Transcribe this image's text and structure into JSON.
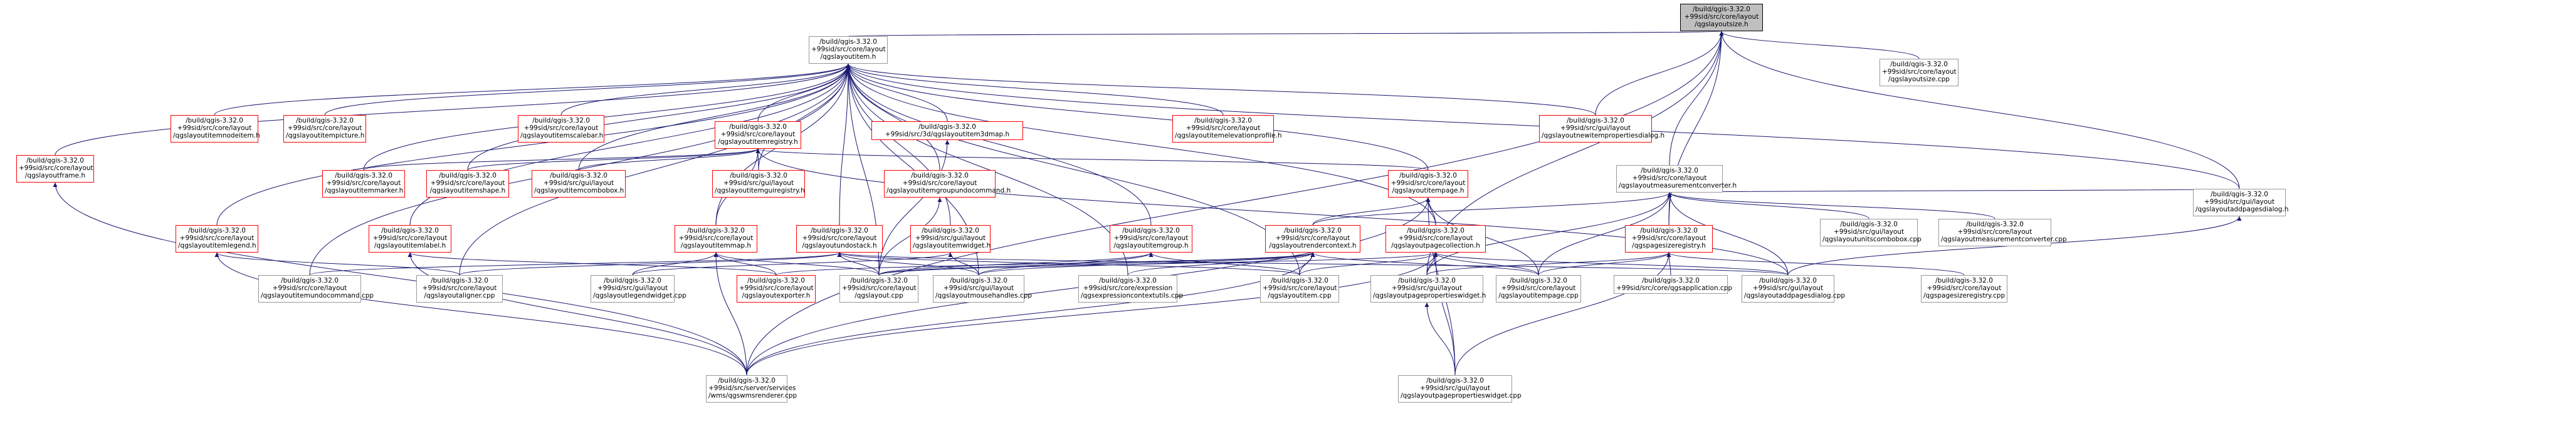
{
  "nodes": [
    {
      "id": "root",
      "lines": [
        "/build/qgis-3.32.0",
        "+99sid/src/core/layout",
        "/qgslayoutsize.h"
      ],
      "style": "root"
    },
    {
      "id": "item",
      "lines": [
        "/build/qgis-3.32.0",
        "+99sid/src/core/layout",
        "/qgslayoutitem.h"
      ],
      "style": "plain"
    },
    {
      "id": "size_cpp",
      "lines": [
        "/build/qgis-3.32.0",
        "+99sid/src/core/layout",
        "/qgslayoutsize.cpp"
      ],
      "style": "plain"
    },
    {
      "id": "newitemprops",
      "lines": [
        "/build/qgis-3.32.0",
        "+99sid/src/gui/layout",
        "/qgslayoutnewitempropertiesdialog.h"
      ],
      "style": "red"
    },
    {
      "id": "measconv",
      "lines": [
        "/build/qgis-3.32.0",
        "+99sid/src/core/layout",
        "/qgslayoutmeasurementconverter.h"
      ],
      "style": "plain"
    },
    {
      "id": "addpages",
      "lines": [
        "/build/qgis-3.32.0",
        "+99sid/src/gui/layout",
        "/qgslayoutaddpagesdialog.h"
      ],
      "style": "plain"
    },
    {
      "id": "frame",
      "lines": [
        "/build/qgis-3.32.0",
        "+99sid/src/core/layout",
        "/qgslayoutframe.h"
      ],
      "style": "red"
    },
    {
      "id": "itemnode",
      "lines": [
        "/build/qgis-3.32.0",
        "+99sid/src/core/layout",
        "/qgslayoutitemnodeitem.h"
      ],
      "style": "red"
    },
    {
      "id": "itempicture",
      "lines": [
        "/build/qgis-3.32.0",
        "+99sid/src/core/layout",
        "/qgslayoutitempicture.h"
      ],
      "style": "red"
    },
    {
      "id": "scalebar",
      "lines": [
        "/build/qgis-3.32.0",
        "+99sid/src/core/layout",
        "/qgslayoutitemscalebar.h"
      ],
      "style": "red"
    },
    {
      "id": "registry",
      "lines": [
        "/build/qgis-3.32.0",
        "+99sid/src/core/layout",
        "/qgslayoutitemregistry.h"
      ],
      "style": "red"
    },
    {
      "id": "item3dmap",
      "lines": [
        "/build/qgis-3.32.0",
        "+99sid/src/3d/qgslayoutitem3dmap.h"
      ],
      "style": "red"
    },
    {
      "id": "elevprofile",
      "lines": [
        "/build/qgis-3.32.0",
        "+99sid/src/core/layout",
        "/qgslayoutitemelevationprofile.h"
      ],
      "style": "red"
    },
    {
      "id": "marker",
      "lines": [
        "/build/qgis-3.32.0",
        "+99sid/src/core/layout",
        "/qgslayoutitemmarker.h"
      ],
      "style": "red"
    },
    {
      "id": "shape",
      "lines": [
        "/build/qgis-3.32.0",
        "+99sid/src/core/layout",
        "/qgslayoutitemshape.h"
      ],
      "style": "red"
    },
    {
      "id": "combobox",
      "lines": [
        "/build/qgis-3.32.0",
        "+99sid/src/gui/layout",
        "/qgslayoutitemcombobox.h"
      ],
      "style": "red"
    },
    {
      "id": "guiregistry",
      "lines": [
        "/build/qgis-3.32.0",
        "+99sid/src/gui/layout",
        "/qgslayoutitemguiregistry.h"
      ],
      "style": "red"
    },
    {
      "id": "groupundo",
      "lines": [
        "/build/qgis-3.32.0",
        "+99sid/src/core/layout",
        "/qgslayoutitemgroupundocommand.h"
      ],
      "style": "red"
    },
    {
      "id": "page",
      "lines": [
        "/build/qgis-3.32.0",
        "+99sid/src/core/layout",
        "/qgslayoutitempage.h"
      ],
      "style": "red"
    },
    {
      "id": "unitscombo",
      "lines": [
        "/build/qgis-3.32.0",
        "+99sid/src/gui/layout",
        "/qgslayoutunitscombobox.cpp"
      ],
      "style": "plain"
    },
    {
      "id": "measconv_cpp",
      "lines": [
        "/build/qgis-3.32.0",
        "+99sid/src/core/layout",
        "/qgslayoutmeasurementconverter.cpp"
      ],
      "style": "plain"
    },
    {
      "id": "legend",
      "lines": [
        "/build/qgis-3.32.0",
        "+99sid/src/core/layout",
        "/qgslayoutitemlegend.h"
      ],
      "style": "red"
    },
    {
      "id": "label",
      "lines": [
        "/build/qgis-3.32.0",
        "+99sid/src/core/layout",
        "/qgslayoutitemlabel.h"
      ],
      "style": "red"
    },
    {
      "id": "map",
      "lines": [
        "/build/qgis-3.32.0",
        "+99sid/src/core/layout",
        "/qgslayoutitemmap.h"
      ],
      "style": "red"
    },
    {
      "id": "undostack",
      "lines": [
        "/build/qgis-3.32.0",
        "+99sid/src/core/layout",
        "/qgslayoutundostack.h"
      ],
      "style": "red"
    },
    {
      "id": "itemwidget",
      "lines": [
        "/build/qgis-3.32.0",
        "+99sid/src/gui/layout",
        "/qgslayoutitemwidget.h"
      ],
      "style": "red"
    },
    {
      "id": "itemgroup",
      "lines": [
        "/build/qgis-3.32.0",
        "+99sid/src/core/layout",
        "/qgslayoutitemgroup.h"
      ],
      "style": "red"
    },
    {
      "id": "rendercontext",
      "lines": [
        "/build/qgis-3.32.0",
        "+99sid/src/core/layout",
        "/qgslayoutrendercontext.h"
      ],
      "style": "red"
    },
    {
      "id": "pagecollection",
      "lines": [
        "/build/qgis-3.32.0",
        "+99sid/src/core/layout",
        "/qgslayoutpagecollection.h"
      ],
      "style": "red"
    },
    {
      "id": "pagesizereg",
      "lines": [
        "/build/qgis-3.32.0",
        "+99sid/src/core/layout",
        "/qgspagesizeregistry.h"
      ],
      "style": "red"
    },
    {
      "id": "itemundocmd",
      "lines": [
        "/build/qgis-3.32.0",
        "+99sid/src/core/layout",
        "/qgslayoutitemundocommand.cpp"
      ],
      "style": "plain"
    },
    {
      "id": "aligner",
      "lines": [
        "/build/qgis-3.32.0",
        "+99sid/src/core/layout",
        "/qgslayoutaligner.cpp"
      ],
      "style": "plain"
    },
    {
      "id": "legendwidget",
      "lines": [
        "/build/qgis-3.32.0",
        "+99sid/src/gui/layout",
        "/qgslayoutlegendwidget.cpp"
      ],
      "style": "plain"
    },
    {
      "id": "exporter",
      "lines": [
        "/build/qgis-3.32.0",
        "+99sid/src/core/layout",
        "/qgslayoutexporter.h"
      ],
      "style": "red"
    },
    {
      "id": "layout_cpp",
      "lines": [
        "/build/qgis-3.32.0",
        "+99sid/src/core/layout",
        "/qgslayout.cpp"
      ],
      "style": "plain"
    },
    {
      "id": "mousehandles",
      "lines": [
        "/build/qgis-3.32.0",
        "+99sid/src/gui/layout",
        "/qgslayoutmousehandles.cpp"
      ],
      "style": "plain"
    },
    {
      "id": "exprctx",
      "lines": [
        "/build/qgis-3.32.0",
        "+99sid/src/core/expression",
        "/qgsexpressioncontextutils.cpp"
      ],
      "style": "plain"
    },
    {
      "id": "item_cpp",
      "lines": [
        "/build/qgis-3.32.0",
        "+99sid/src/core/layout",
        "/qgslayoutitem.cpp"
      ],
      "style": "plain"
    },
    {
      "id": "pagepropswidget_h",
      "lines": [
        "/build/qgis-3.32.0",
        "+99sid/src/gui/layout",
        "/qgslayoutpagepropertieswidget.h"
      ],
      "style": "plain"
    },
    {
      "id": "itempage_cpp",
      "lines": [
        "/build/qgis-3.32.0",
        "+99sid/src/core/layout",
        "/qgslayoutitempage.cpp"
      ],
      "style": "plain"
    },
    {
      "id": "application_cpp",
      "lines": [
        "/build/qgis-3.32.0",
        "+99sid/src/core/qgsapplication.cpp"
      ],
      "style": "plain"
    },
    {
      "id": "addpages_cpp",
      "lines": [
        "/build/qgis-3.32.0",
        "+99sid/src/gui/layout",
        "/qgslayoutaddpagesdialog.cpp"
      ],
      "style": "plain"
    },
    {
      "id": "pagesizereg_cpp",
      "lines": [
        "/build/qgis-3.32.0",
        "+99sid/src/core/layout",
        "/qgspagesizeregistry.cpp"
      ],
      "style": "plain"
    },
    {
      "id": "wmsrenderer",
      "lines": [
        "/build/qgis-3.32.0",
        "+99sid/src/server/services",
        "/wms/qgswmsrenderer.cpp"
      ],
      "style": "plain"
    },
    {
      "id": "pagepropswidget_cpp",
      "lines": [
        "/build/qgis-3.32.0",
        "+99sid/src/gui/layout",
        "/qgslayoutpagepropertieswidget.cpp"
      ],
      "style": "plain"
    }
  ],
  "edges": [
    [
      "item",
      "root"
    ],
    [
      "size_cpp",
      "root"
    ],
    [
      "newitemprops",
      "root"
    ],
    [
      "measconv",
      "root"
    ],
    [
      "addpages",
      "root"
    ],
    [
      "pagesizereg",
      "root"
    ],
    [
      "pagepropswidget_h",
      "root"
    ],
    [
      "wmsrenderer",
      "root"
    ],
    [
      "frame",
      "item"
    ],
    [
      "itemnode",
      "item"
    ],
    [
      "itempicture",
      "item"
    ],
    [
      "scalebar",
      "item"
    ],
    [
      "registry",
      "item"
    ],
    [
      "item3dmap",
      "item"
    ],
    [
      "elevprofile",
      "item"
    ],
    [
      "marker",
      "item"
    ],
    [
      "shape",
      "item"
    ],
    [
      "combobox",
      "item"
    ],
    [
      "guiregistry",
      "item"
    ],
    [
      "groupundo",
      "item"
    ],
    [
      "page",
      "item"
    ],
    [
      "legend",
      "item"
    ],
    [
      "label",
      "item"
    ],
    [
      "map",
      "item"
    ],
    [
      "undostack",
      "item"
    ],
    [
      "itemwidget",
      "item"
    ],
    [
      "itemgroup",
      "item"
    ],
    [
      "newitemprops",
      "item"
    ],
    [
      "pagecollection",
      "item"
    ],
    [
      "addpages",
      "item"
    ],
    [
      "itemundocmd",
      "item"
    ],
    [
      "aligner",
      "item"
    ],
    [
      "layout_cpp",
      "item"
    ],
    [
      "mousehandles",
      "item"
    ],
    [
      "exprctx",
      "item"
    ],
    [
      "item_cpp",
      "item"
    ],
    [
      "marker",
      "registry"
    ],
    [
      "shape",
      "registry"
    ],
    [
      "combobox",
      "registry"
    ],
    [
      "guiregistry",
      "registry"
    ],
    [
      "map",
      "registry"
    ],
    [
      "page",
      "registry"
    ],
    [
      "addpages_cpp",
      "registry"
    ],
    [
      "layout_cpp",
      "groupundo"
    ],
    [
      "pagecollection",
      "page"
    ],
    [
      "rendercontext",
      "page"
    ],
    [
      "pagepropswidget_cpp",
      "page"
    ],
    [
      "wmsrenderer",
      "page"
    ],
    [
      "itempage_cpp",
      "page"
    ],
    [
      "rendercontext",
      "measconv"
    ],
    [
      "unitscombo",
      "measconv"
    ],
    [
      "measconv_cpp",
      "measconv"
    ],
    [
      "addpages",
      "measconv"
    ],
    [
      "pagesizereg",
      "measconv"
    ],
    [
      "itempage_cpp",
      "measconv"
    ],
    [
      "addpages_cpp",
      "measconv"
    ],
    [
      "pagepropswidget_h",
      "measconv"
    ],
    [
      "addpages_cpp",
      "addpages"
    ],
    [
      "wmsrenderer",
      "frame"
    ],
    [
      "aligner",
      "legend"
    ],
    [
      "wmsrenderer",
      "legend"
    ],
    [
      "wmsrenderer",
      "label"
    ],
    [
      "exporter",
      "label"
    ],
    [
      "legendwidget",
      "map"
    ],
    [
      "layout_cpp",
      "map"
    ],
    [
      "wmsrenderer",
      "map"
    ],
    [
      "exporter",
      "map"
    ],
    [
      "itemundocmd",
      "undostack"
    ],
    [
      "aligner",
      "undostack"
    ],
    [
      "layout_cpp",
      "undostack"
    ],
    [
      "mousehandles",
      "undostack"
    ],
    [
      "item_cpp",
      "undostack"
    ],
    [
      "addpages_cpp",
      "undostack"
    ],
    [
      "legendwidget",
      "itemwidget"
    ],
    [
      "mousehandles",
      "itemwidget"
    ],
    [
      "layout_cpp",
      "itemgroup"
    ],
    [
      "mousehandles",
      "itemgroup"
    ],
    [
      "item_cpp",
      "itemgroup"
    ],
    [
      "exporter",
      "rendercontext"
    ],
    [
      "layout_cpp",
      "rendercontext"
    ],
    [
      "mousehandles",
      "rendercontext"
    ],
    [
      "exprctx",
      "rendercontext"
    ],
    [
      "item_cpp",
      "rendercontext"
    ],
    [
      "itempage_cpp",
      "rendercontext"
    ],
    [
      "wmsrenderer",
      "rendercontext"
    ],
    [
      "layout_cpp",
      "pagecollection"
    ],
    [
      "item_cpp",
      "pagecollection"
    ],
    [
      "pagepropswidget_h",
      "pagecollection"
    ],
    [
      "itempage_cpp",
      "pagecollection"
    ],
    [
      "addpages_cpp",
      "pagecollection"
    ],
    [
      "wmsrenderer",
      "pagecollection"
    ],
    [
      "pagepropswidget_cpp",
      "pagecollection"
    ],
    [
      "application_cpp",
      "pagesizereg"
    ],
    [
      "pagepropswidget_h",
      "pagesizereg"
    ],
    [
      "itempage_cpp",
      "pagesizereg"
    ],
    [
      "pagesizereg_cpp",
      "pagesizereg"
    ],
    [
      "pagepropswidget_cpp",
      "pagesizereg"
    ],
    [
      "pagepropswidget_cpp",
      "pagepropswidget_h"
    ],
    [
      "layout_cpp",
      "item3dmap"
    ]
  ]
}
